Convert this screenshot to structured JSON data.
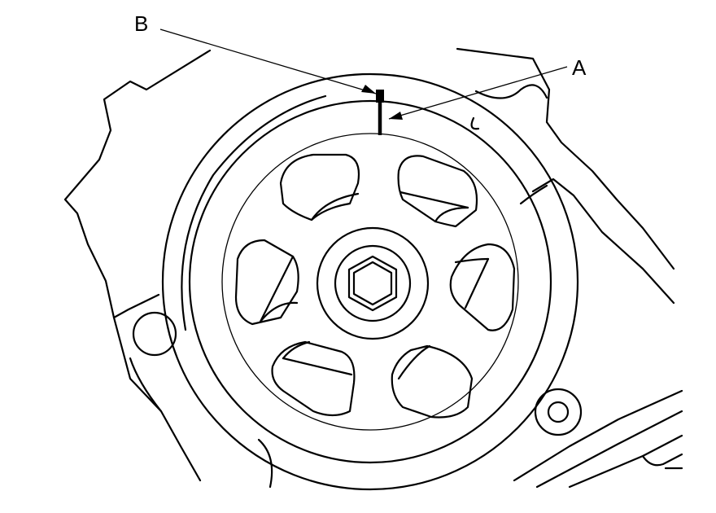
{
  "diagram": {
    "callouts": [
      {
        "id": "A",
        "label": "A"
      },
      {
        "id": "B",
        "label": "B"
      }
    ],
    "colors": {
      "ink": "#000000",
      "background": "#ffffff"
    }
  }
}
